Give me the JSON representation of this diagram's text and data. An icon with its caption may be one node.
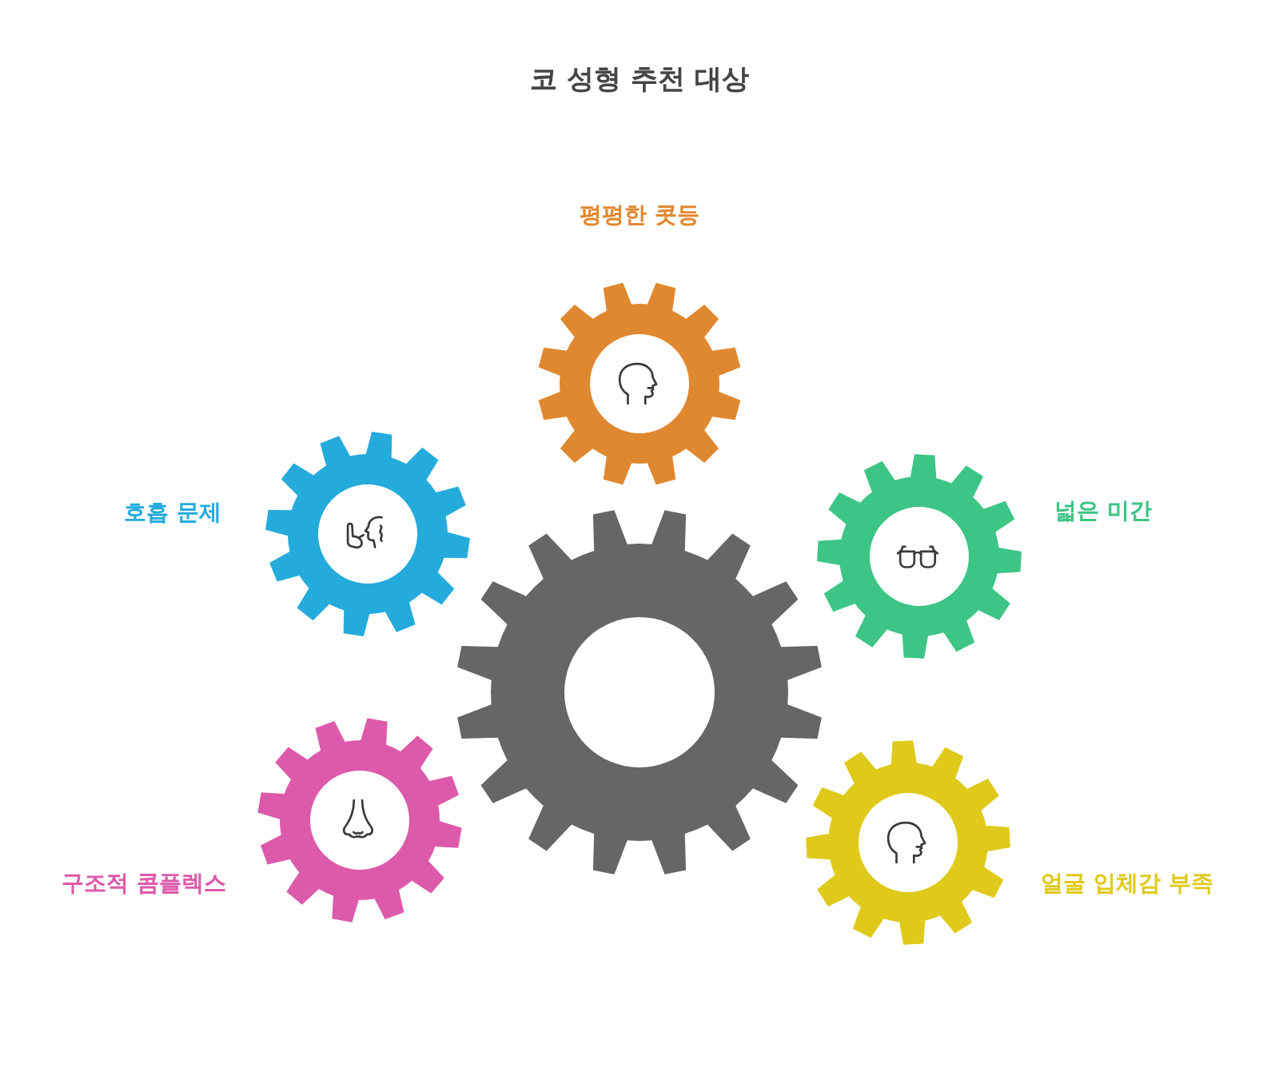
{
  "diagram": {
    "title": "코 성형 추천 대상",
    "nodes": [
      {
        "text": [],
        "shape": "gear",
        "beside": [
          "평평한 콧등"
        ]
      },
      {
        "text": [],
        "shape": "gear",
        "beside": [
          "호흡 문제"
        ]
      },
      {
        "text": [],
        "shape": "gear",
        "beside": [
          "넓은 미간"
        ]
      },
      {
        "text": [],
        "shape": "gear"
      },
      {
        "text": [],
        "shape": "gear",
        "beside": [
          "구조적 콤플렉스"
        ]
      },
      {
        "text": [],
        "shape": "gear",
        "beside": [
          "얼굴 입체감 부족"
        ]
      }
    ]
  }
}
